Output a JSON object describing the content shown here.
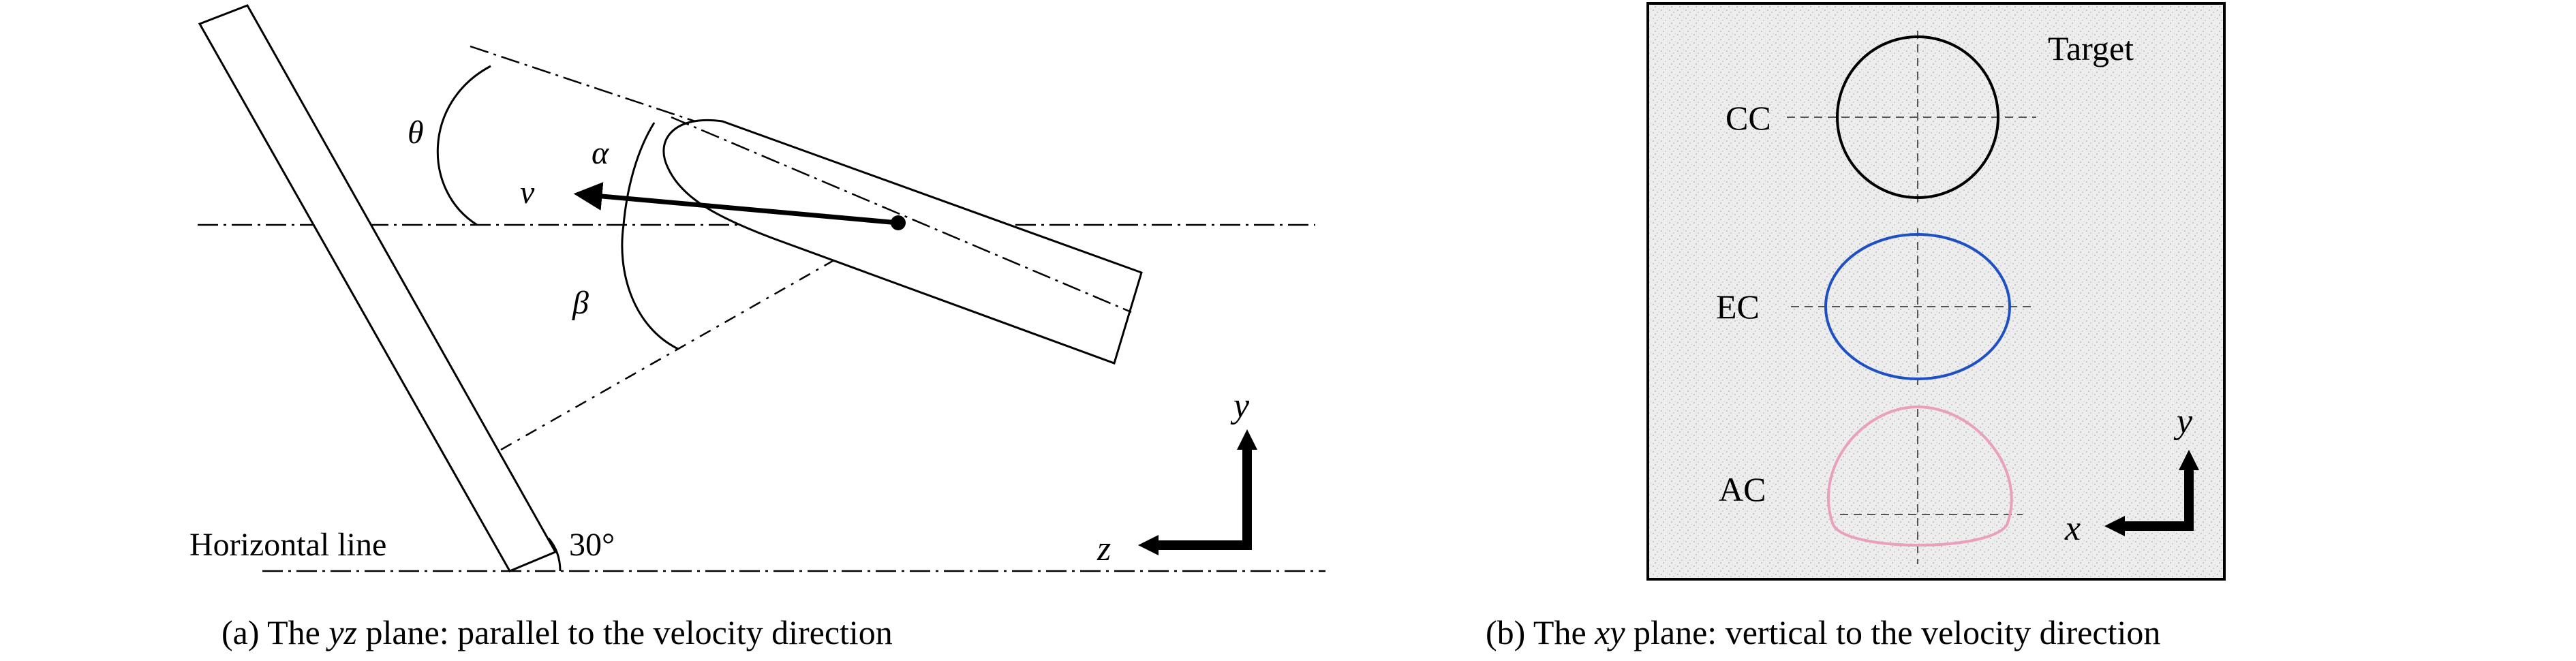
{
  "panel_a": {
    "label_theta": "θ",
    "label_alpha": "α",
    "label_beta": "β",
    "label_v": "v",
    "label_y": "y",
    "label_z": "z",
    "label_horizontal": "Horizontal line",
    "label_angle": "30°",
    "caption_prefix": "(a) The ",
    "caption_plane": "yz",
    "caption_suffix": " plane: parallel to the velocity direction"
  },
  "panel_b": {
    "label_target": "Target",
    "label_cc": "CC",
    "label_ec": "EC",
    "label_ac": "AC",
    "label_x": "x",
    "label_y": "y",
    "caption_prefix": "(b) The ",
    "caption_plane": "xy",
    "caption_suffix": " plane: vertical to the velocity direction"
  },
  "colors": {
    "cc": "#000000",
    "ec": "#1f4fc4",
    "ac": "#e8a0bd",
    "target_bg": "#e6e6e6"
  }
}
